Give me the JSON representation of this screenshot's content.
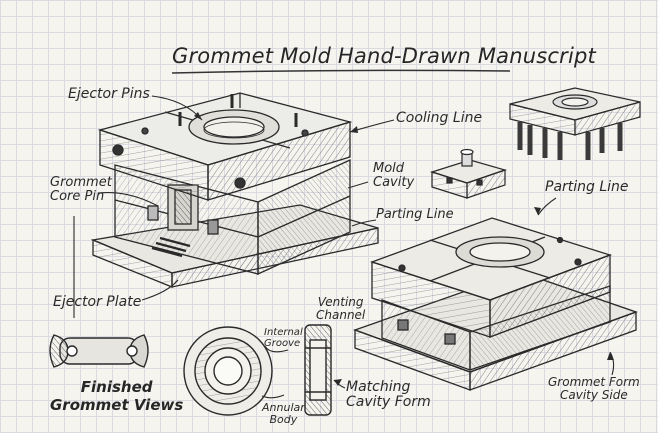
{
  "title": "Grommet Mold Hand-Drawn Manuscript",
  "labels": {
    "ejector_pins": "Ejector Pins",
    "cooling_line": "Cooling Line",
    "grommet_core_pin": "Grommet\nCore Pin",
    "mold_cavity": "Mold\nCavity",
    "parting_line_left": "Parting Line",
    "parting_line_right": "Parting Line",
    "ejector_plate": "Ejector Plate",
    "venting_channel": "Venting\nChannel",
    "internal_groove": "Internal\nGroove",
    "annular_body": "Annular\nBody",
    "matching_cavity_form": "Matching\nCavity Form",
    "finished_grommet_views": "Finished\nGrommet Views",
    "grommet_form_cavity_side": "Grommet Form\nCavity Side"
  },
  "colors": {
    "ink": "#2b2b2b",
    "paper": "#f5f4ef",
    "grid": "#d9dbe0"
  }
}
